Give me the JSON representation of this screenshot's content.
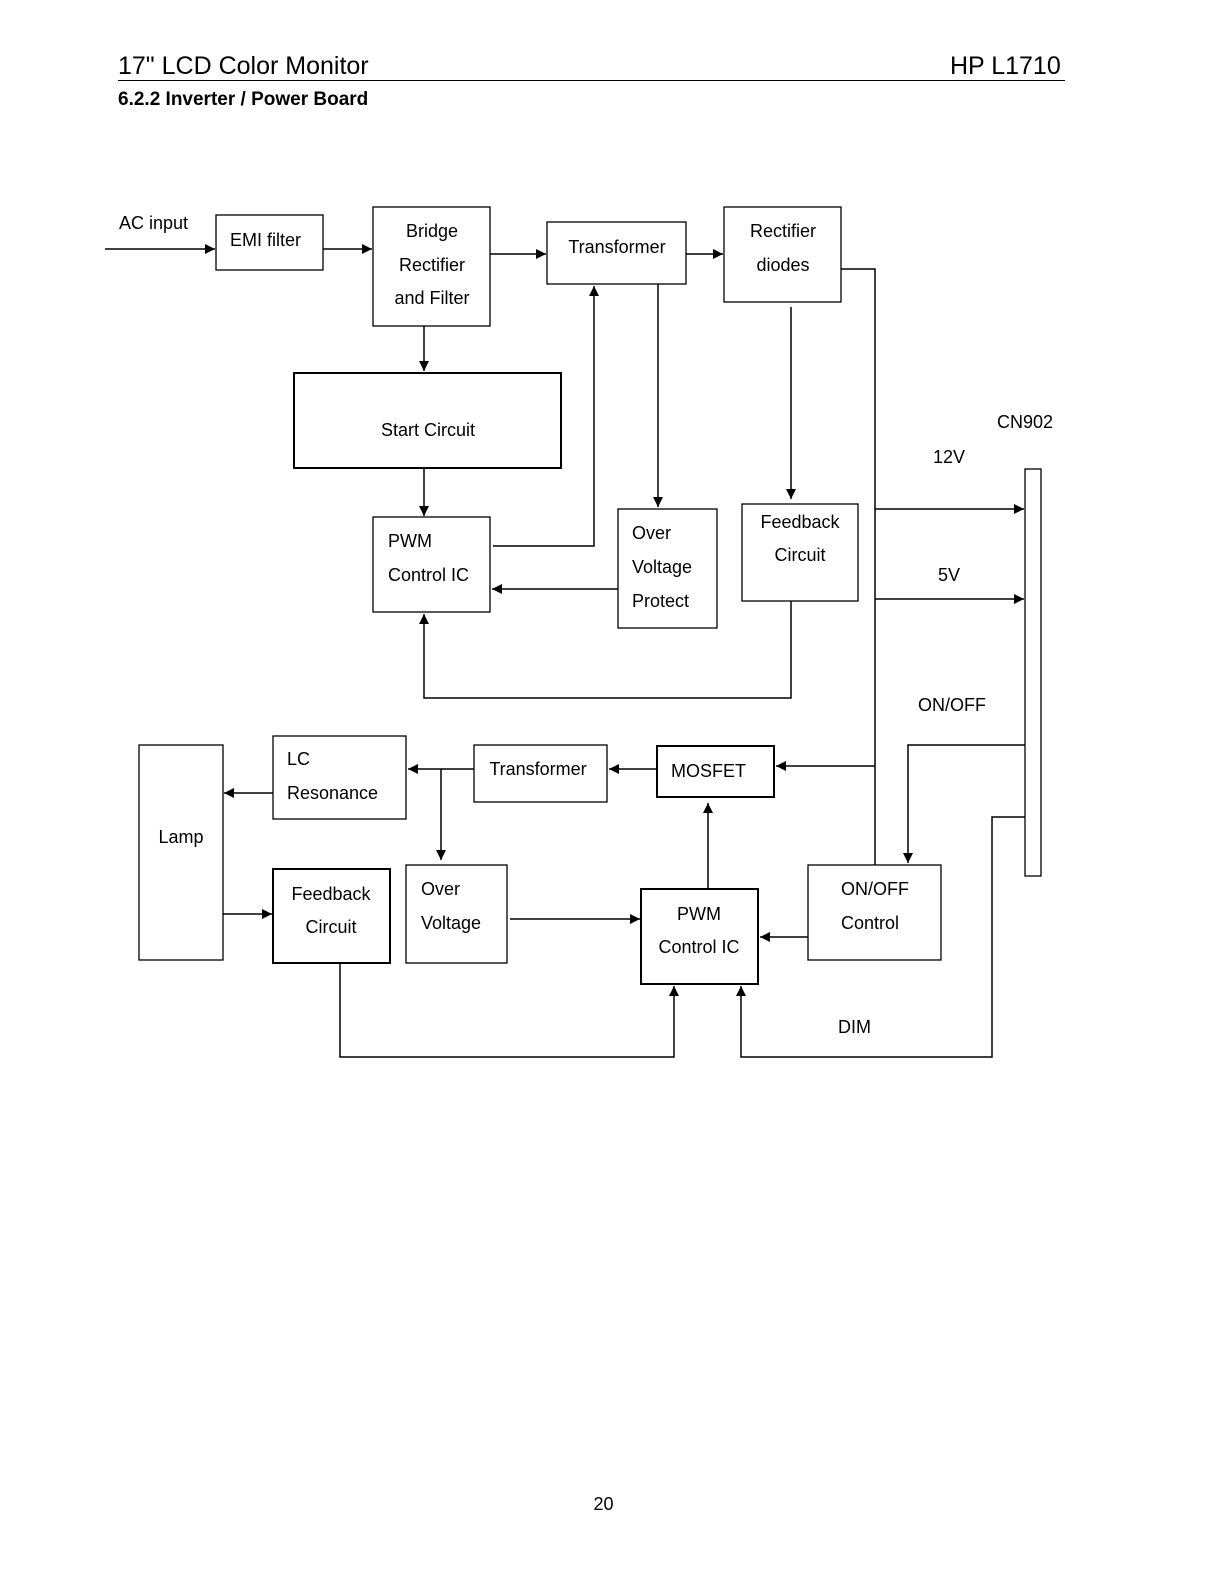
{
  "header": {
    "left_title": "17\" LCD Color Monitor",
    "right_title": "HP L1710"
  },
  "section_title": "6.2.2 Inverter / Power Board",
  "power_section": {
    "ac_input": "AC input",
    "emi_filter": "EMI filter",
    "bridge_rectifier": [
      "Bridge",
      "Rectifier",
      "and Filter"
    ],
    "transformer": "Transformer",
    "rectifier_diodes": [
      "Rectifier",
      "diodes"
    ],
    "start_circuit": "Start Circuit",
    "pwm_control_ic": [
      "PWM",
      "Control IC"
    ],
    "over_voltage_protect": [
      "Over",
      "Voltage",
      "Protect"
    ],
    "feedback_circuit": [
      "Feedback",
      "Circuit"
    ]
  },
  "connector": {
    "name": "CN902",
    "v12": "12V",
    "v5": "5V",
    "on_off": "ON/OFF"
  },
  "inverter_section": {
    "lamp": "Lamp",
    "lc_resonance": [
      "LC",
      "Resonance"
    ],
    "transformer": "Transformer",
    "mosfet": "MOSFET",
    "feedback_circuit": [
      "Feedback",
      "Circuit"
    ],
    "over_voltage": [
      "Over",
      "Voltage"
    ],
    "pwm_control_ic": [
      "PWM",
      "Control IC"
    ],
    "on_off_control": [
      "ON/OFF",
      "Control"
    ],
    "dim": "DIM"
  },
  "page_number": "20"
}
